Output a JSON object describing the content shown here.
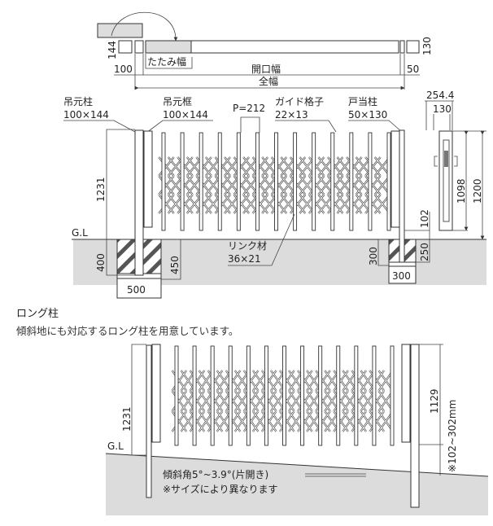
{
  "plan_view": {
    "left_depth": "144",
    "right_depth": "130",
    "fold_width": "たたみ幅",
    "left_post_width": "100",
    "opening_width": "開口幅",
    "right_post_width": "50",
    "total_width": "全幅"
  },
  "front_view": {
    "hinge_post_label": "吊元柱",
    "hinge_post_size": "100×144",
    "hinge_frame_label": "吊元框",
    "hinge_frame_size": "100×144",
    "pitch": "P=212",
    "guide_lattice_label": "ガイド格子",
    "guide_lattice_size": "22×13",
    "stop_post_label": "戸当柱",
    "stop_post_size": "50×130",
    "link_label": "リンク材",
    "link_size": "36×21",
    "ground_label": "G.L",
    "post_height": "1231",
    "left_embed": "400",
    "left_footing_depth": "450",
    "left_footing_width": "500",
    "right_embed": "300",
    "right_footing_depth": "250",
    "right_footing_width": "300",
    "bottom_gap": "102",
    "side_depth": "254.4",
    "side_post": "130",
    "gate_height": "1098",
    "total_height": "1200"
  },
  "long_post": {
    "heading": "ロング柱",
    "description": "傾斜地にも対応するロング柱を用意しています。",
    "post_height": "1231",
    "gate_height": "1129",
    "ground_label": "G.L",
    "gap_range": "※102~302mm",
    "slope_note": "傾斜角5°~3.9°(片開き)",
    "size_note": "※サイズにより異なります"
  }
}
